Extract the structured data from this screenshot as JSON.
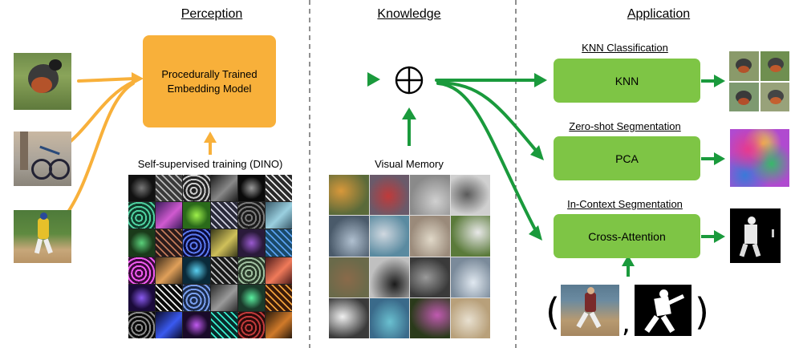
{
  "headers": {
    "perception": "Perception",
    "knowledge": "Knowledge",
    "application": "Application"
  },
  "perception": {
    "model_label_line1": "Procedurally Trained",
    "model_label_line2": "Embedding Model",
    "training_label": "Self-supervised training (DINO)",
    "input_images": [
      "robin-bird-photo",
      "bicycle-street-photo",
      "baseball-player-photo"
    ]
  },
  "knowledge": {
    "memory_label": "Visual Memory",
    "combine_symbol": "⊕"
  },
  "application": {
    "tasks": [
      {
        "title": "KNN Classification",
        "box": "KNN",
        "output": "retrieved-neighbors-grid"
      },
      {
        "title": "Zero-shot Segmentation",
        "box": "PCA",
        "output": "pca-feature-map"
      },
      {
        "title": "In-Context Segmentation",
        "box": "Cross-Attention",
        "output": "segmentation-mask"
      }
    ],
    "context_pair": {
      "open": "(",
      "comma": ",",
      "close": ")"
    }
  },
  "colors": {
    "orange": "#f8b03a",
    "green_box": "#7ec545",
    "green_arrow": "#1a9a3c",
    "dashed": "#555555"
  }
}
